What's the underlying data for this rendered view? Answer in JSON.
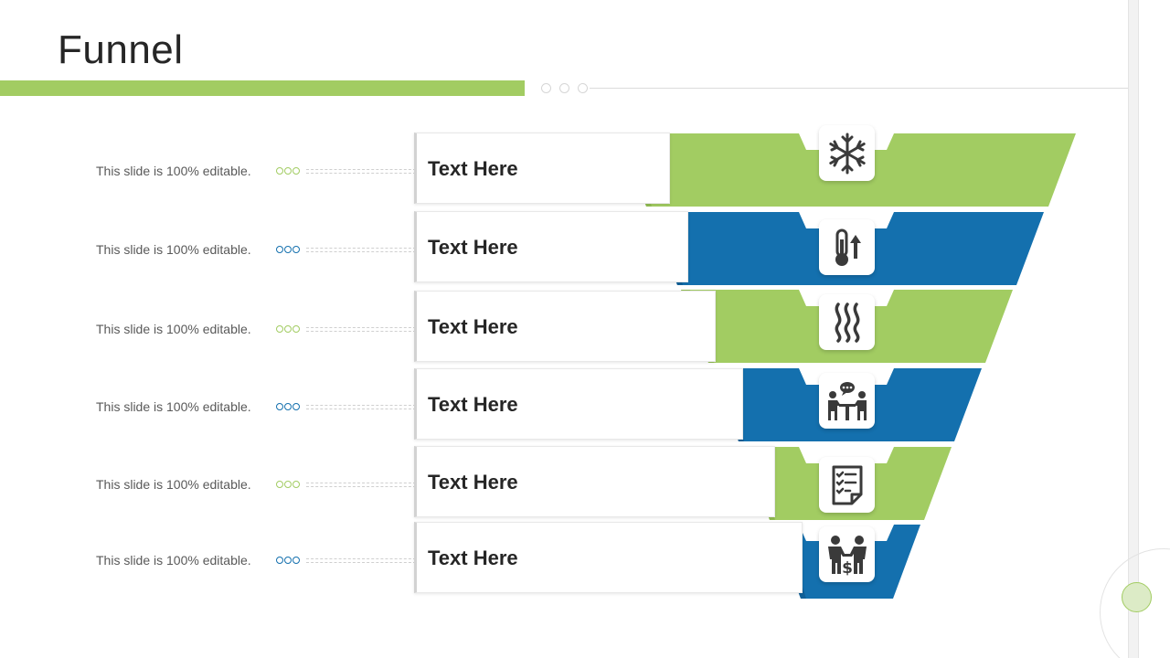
{
  "title": "Funnel",
  "colors": {
    "green": "#a2cc62",
    "blue": "#1470ae",
    "icon": "#3a3a3a"
  },
  "stages": [
    {
      "description": "This slide is 100% editable.",
      "label": "Text Here",
      "color": "green",
      "icon": "snowflake-icon"
    },
    {
      "description": "This slide is 100% editable.",
      "label": "Text Here",
      "color": "blue",
      "icon": "thermometer-up-icon"
    },
    {
      "description": "This slide is 100% editable.",
      "label": "Text Here",
      "color": "green",
      "icon": "heat-waves-icon"
    },
    {
      "description": "This slide is 100% editable.",
      "label": "Text Here",
      "color": "blue",
      "icon": "meeting-icon"
    },
    {
      "description": "This slide is 100% editable.",
      "label": "Text Here",
      "color": "green",
      "icon": "checklist-icon"
    },
    {
      "description": "This slide is 100% editable.",
      "label": "Text Here",
      "color": "blue",
      "icon": "business-deal-icon"
    }
  ]
}
